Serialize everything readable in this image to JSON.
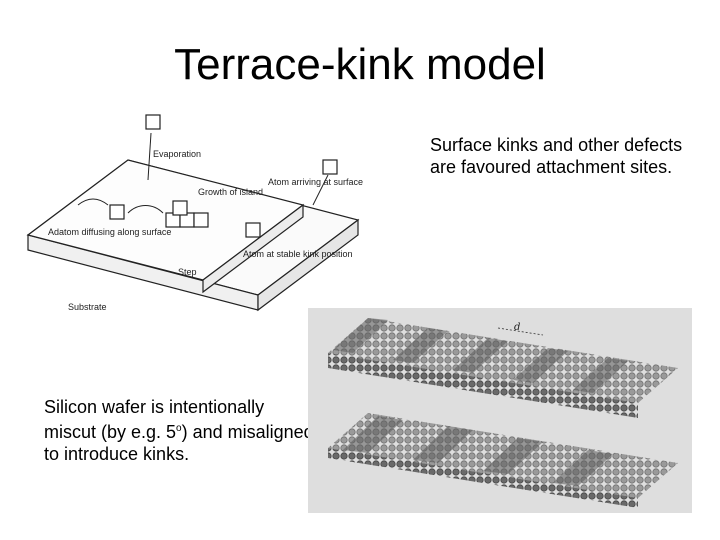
{
  "slide": {
    "title": "Terrace-kink model",
    "note_top": "Surface kinks and other defects are favoured attachment sites.",
    "note_bottom_before": "Silicon wafer is intentionally miscut (by e.g. 5",
    "note_bottom_sup": "o",
    "note_bottom_after": ") and misaligned to introduce kinks."
  },
  "figure1": {
    "labels": {
      "evaporation": "Evaporation",
      "growth_of_island": "Growth of island",
      "adatom_diffusing": "Adatom diffusing along surface",
      "atom_arriving": "Atom arriving at surface",
      "atom_at_stable_kink": "Atom at stable kink position",
      "step": "Step",
      "substrate": "Substrate"
    }
  },
  "figure2": {
    "labels": {
      "d": "d"
    }
  }
}
